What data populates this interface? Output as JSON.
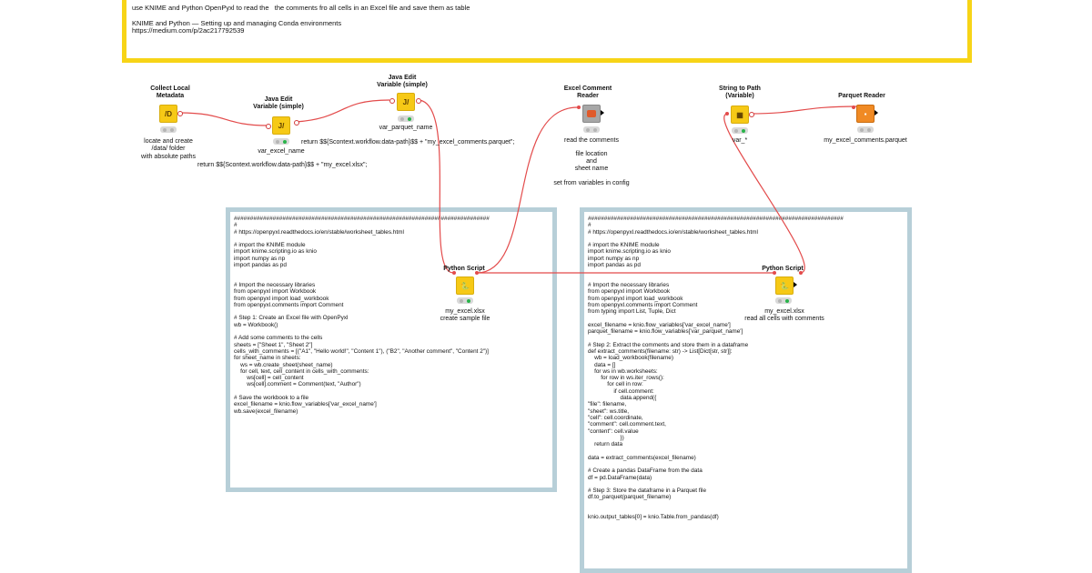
{
  "top_annotation": {
    "lines": [
      "use KNIME and Python OpenPyxl to read the   the comments fro all cells in an Excel file and save them as table",
      "",
      "KNIME and Python — Setting up and managing Conda environments",
      "https://medium.com/p/2ac217792539"
    ],
    "border_color": "#f7d417"
  },
  "nodes": {
    "collect_local_metadata": {
      "title": "Collect Local\nMetadata",
      "label": "locate and create\n/data/ folder\nwith absolute paths",
      "icon": "folder-metadata-icon"
    },
    "java_edit_variable_1": {
      "title": "Java Edit\nVariable (simple)",
      "label": "var_excel_name",
      "icon": "java-variable-icon"
    },
    "java_edit_variable_2": {
      "title": "Java Edit\nVariable (simple)",
      "label": "var_parquet_name",
      "icon": "java-variable-icon"
    },
    "excel_comment_reader": {
      "title": "Excel Comment\nReader",
      "label": "read the comments",
      "icon": "component-icon"
    },
    "string_to_path": {
      "title": "String to Path\n(Variable)",
      "label": "var_*",
      "icon": "string-path-icon"
    },
    "parquet_reader": {
      "title": "Parquet Reader",
      "label": "my_excel_comments.parquet",
      "icon": "parquet-icon"
    },
    "python_script_1": {
      "title": "Python Script",
      "label": "my_excel.xlsx\ncreate sample file",
      "icon": "python-icon"
    },
    "python_script_2": {
      "title": "Python Script",
      "label": "my_excel.xlsx\nread all cells with comments",
      "icon": "python-icon"
    }
  },
  "free_text": {
    "excel_expr": "return $${Scontext.workflow.data-path}$$ + \"my_excel.xlsx\";",
    "parquet_expr": "return $${Scontext.workflow.data-path}$$ + \"my_excel_comments.parquet\";",
    "reader_note": "file location\nand\nsheet name\n\nset from variables in config"
  },
  "code_left": "###############################################################################\n#\n# https://openpyxl.readthedocs.io/en/stable/worksheet_tables.html\n\n# import the KNIME module\nimport knime.scripting.io as knio\nimport numpy as np\nimport pandas as pd\n\n\n# Import the necessary libraries\nfrom openpyxl import Workbook\nfrom openpyxl import load_workbook\nfrom openpyxl.comments import Comment\n\n# Step 1: Create an Excel file with OpenPyxl\nwb = Workbook()\n\n# Add some comments to the cells\nsheets = [\"Sheet 1\", \"Sheet 2\"]\ncells_with_comments = [(\"A1\", \"Hello world!\", \"Content 1\"), (\"B2\", \"Another comment\", \"Content 2\")]\nfor sheet_name in sheets:\n    ws = wb.create_sheet(sheet_name)\n    for cell, text, cell_content in cells_with_comments:\n        ws[cell] = cell_content\n        ws[cell].comment = Comment(text, \"Author\")\n\n# Save the workbook to a file\nexcel_filename = knio.flow_variables['var_excel_name']\nwb.save(excel_filename)",
  "code_right": "###############################################################################\n#\n# https://openpyxl.readthedocs.io/en/stable/worksheet_tables.html\n\n# import the KNIME module\nimport knime.scripting.io as knio\nimport numpy as np\nimport pandas as pd\n\n\n# Import the necessary libraries\nfrom openpyxl import Workbook\nfrom openpyxl import load_workbook\nfrom openpyxl.comments import Comment\nfrom typing import List, Tuple, Dict\n\nexcel_filename = knio.flow_variables['var_excel_name']\nparquet_filename = knio.flow_variables['var_parquet_name']\n\n# Step 2: Extract the comments and store them in a dataframe\ndef extract_comments(filename: str) -> List[Dict[str, str]]:\n    wb = load_workbook(filename)\n    data = []\n    for ws in wb.worksheets:\n        for row in ws.iter_rows():\n            for cell in row:\n                if cell.comment:\n                    data.append({\n\"file\": filename,\n\"sheet\": ws.title,\n\"cell\": cell.coordinate,\n\"comment\": cell.comment.text,\n\"content\": cell.value\n                    })\n    return data\n\ndata = extract_comments(excel_filename)\n\n# Create a pandas DataFrame from the data\ndf = pd.DataFrame(data)\n\n# Step 3: Store the dataframe in a Parquet file\ndf.to_parquet(parquet_filename)\n\n\nknio.output_tables[0] = knio.Table.from_pandas(df)",
  "colors": {
    "flow_variable_connection": "#e34b4b",
    "code_annotation_border": "#b7cfd8",
    "node_yellow": "#f6c916",
    "node_orange": "#f08a24",
    "status_green": "#29b34a"
  }
}
